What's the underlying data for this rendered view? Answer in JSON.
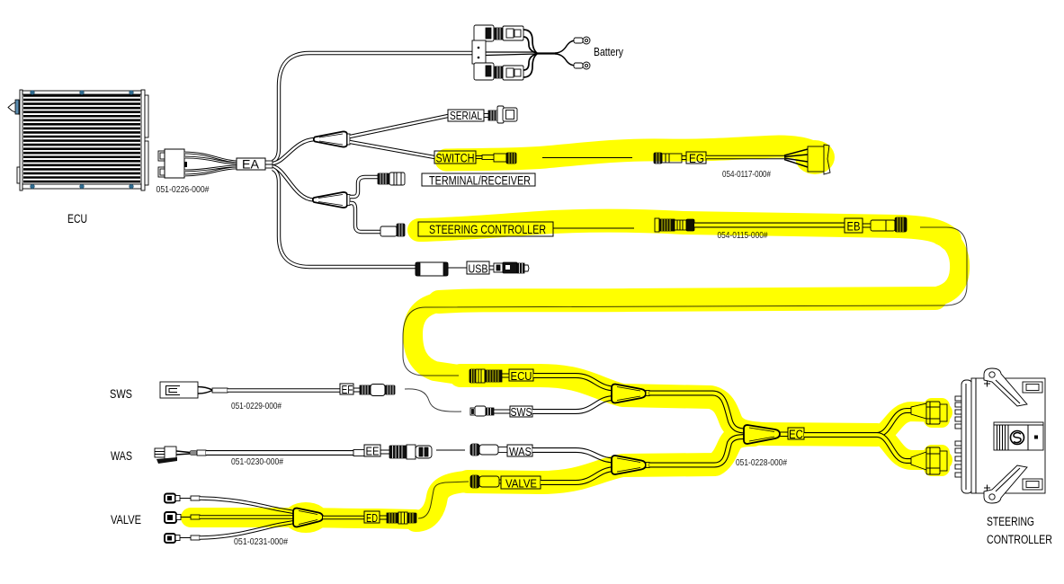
{
  "diagram": {
    "highlight_color": "#FFFF00",
    "ecu_bolt_color": "#2F6B8F"
  },
  "ecu": {
    "label": "ECU"
  },
  "ecu_harness": {
    "part_number": "051-0226-000#",
    "connector_id": "EA",
    "branches": {
      "battery": "Battery",
      "serial": "SERIAL",
      "switch": "SWITCH",
      "terminal_receiver": "TERMINAL/RECEIVER",
      "steering_controller": "STEERING CONTROLLER",
      "usb": "USB"
    }
  },
  "switch_cable": {
    "part_number": "054-0117-000#",
    "connector_id": "EG",
    "highlighted": true
  },
  "steering_cable": {
    "part_number": "054-0115-000#",
    "connector_id": "EB",
    "highlighted": true
  },
  "controller_harness": {
    "part_number": "051-0228-000#",
    "connector_id": "EC",
    "branches": [
      {
        "label": "ECU",
        "highlighted": true
      },
      {
        "label": "SWS",
        "highlighted": false
      },
      {
        "label": "WAS",
        "highlighted": false
      },
      {
        "label": "VALVE",
        "highlighted": true
      }
    ]
  },
  "sensors": [
    {
      "label": "SWS",
      "part_number": "051-0229-000#",
      "connector_id": "EF",
      "highlighted": false
    },
    {
      "label": "WAS",
      "part_number": "051-0230-000#",
      "connector_id": "EE",
      "highlighted": false
    },
    {
      "label": "VALVE",
      "part_number": "051-0231-000#",
      "connector_id": "ED",
      "highlighted": true
    }
  ],
  "steering_controller": {
    "label_lines": [
      "STEERING",
      "CONTROLLER"
    ]
  }
}
